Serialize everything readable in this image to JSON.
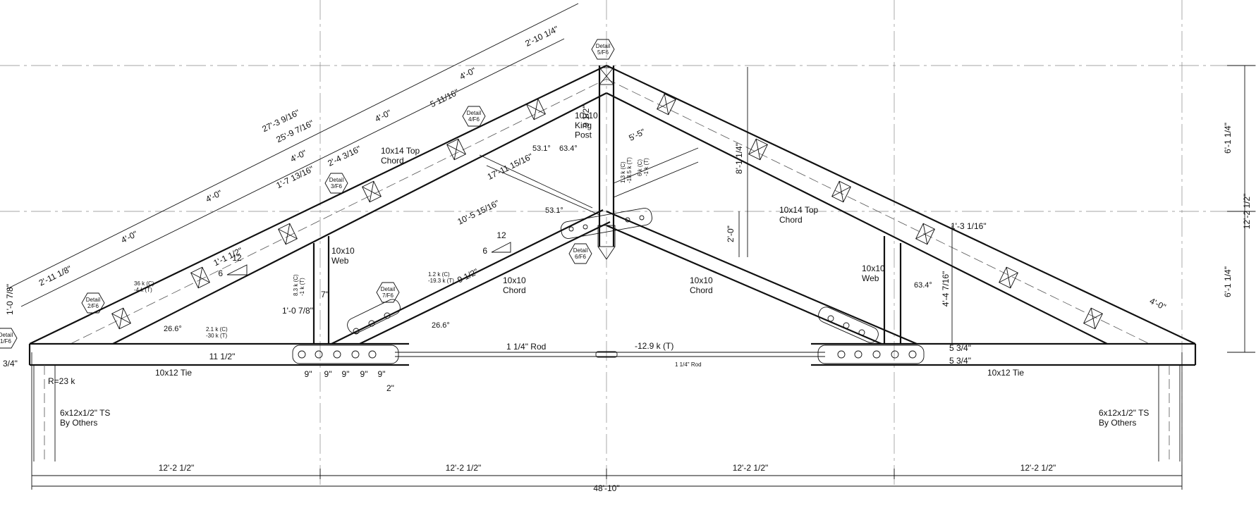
{
  "dims": {
    "top_d1": "27'-3 9/16\"",
    "top_d2": "25'-9 7/16\"",
    "top_d3": "2'-10 1/4\"",
    "seg_4ft": "4'-0\"",
    "d_5_11_16": "5 11/16\"",
    "d_1_7_13_16": "1'-7 13/16\"",
    "d_2_4_3_16": "2'-4 3/16\"",
    "d_2_11_1_8": "2'-11 1/8\"",
    "d_1_1_1_2": "1'-1 1/2\"",
    "d_1_0": "1'-0 7/8\"",
    "d_3_4": "3/4\"",
    "d_9_1_2": "9 1/2\"",
    "d_17_11": "17'-11 15/16\"",
    "d_10_5": "10'-5 15/16\"",
    "d_5_5": "5'-5\"",
    "d_9_1_2b": "9 1/2\"",
    "d_11_1_2": "11 1/2\"",
    "d_9in": "9\"",
    "d_2in": "2\"",
    "d_1_0_7_8": "1'-0 7/8\"",
    "d_7in": "7\"",
    "d_6_1_4": "6'-1 1/4\"",
    "d_6_1_4b": "6'-1 1/4\"",
    "d_12_2": "12'-2 1/2\"",
    "d_2_0": "2'-0\"",
    "d_8_1_4": "8'-1 1/4\"",
    "d_1_3_1_16": "1'-3 1/16\"",
    "d_4_4_7_16": "4'-4 7/16\"",
    "d_5_3_4": "5 3/4\"",
    "d_4ft_r": "4'-0\"",
    "d_1_1_4": "1 1/4\"",
    "bays": [
      "12'-2 1/2\"",
      "12'-2 1/2\"",
      "12'-2 1/2\"",
      "12'-2 1/2\""
    ],
    "overall": "48'-10\""
  },
  "angles": {
    "a_26_6": "26.6°",
    "a_53_1": "53.1°",
    "a_63_4": "63.4°"
  },
  "members": {
    "top_chord": "10x14 Top\nChord",
    "king_post": "10x10\nKing\nPost",
    "web": "10x10\nWeb",
    "chord": "10x10\nChord",
    "tie": "10x12 Tie",
    "rod": "1 1/4\" Rod",
    "rod_small": "1 1/4\" Rod",
    "support": "6x12x1/2\" TS\nBy Others"
  },
  "forces": {
    "f_top": "36 k (C)\n-4 k (T)",
    "f_tie": "2.1 k (C)\n-30 k (T)",
    "f_chord": "1.2 k (C)\n-19.3 k (T)",
    "f_web": "8.3 k (C)\n-1 k (T)",
    "f_king": "1.3 k (C)\n-18.5 k (T)",
    "f_king2": "6 k (C)\n-1 k (T)",
    "f_rod": "-12.9 k (T)",
    "reaction": "R=23 k"
  },
  "slope": {
    "rise": "6",
    "run": "12"
  },
  "details": {
    "d5": "Detail\n5/F6",
    "d4": "Detail\n4/F6",
    "d3": "Detail\n3/F6",
    "d2": "Detail\n2/F6",
    "d1": "Detail\n1/F6",
    "d7": "Detail\n7/F6",
    "d6": "Detail\n6/F6"
  }
}
